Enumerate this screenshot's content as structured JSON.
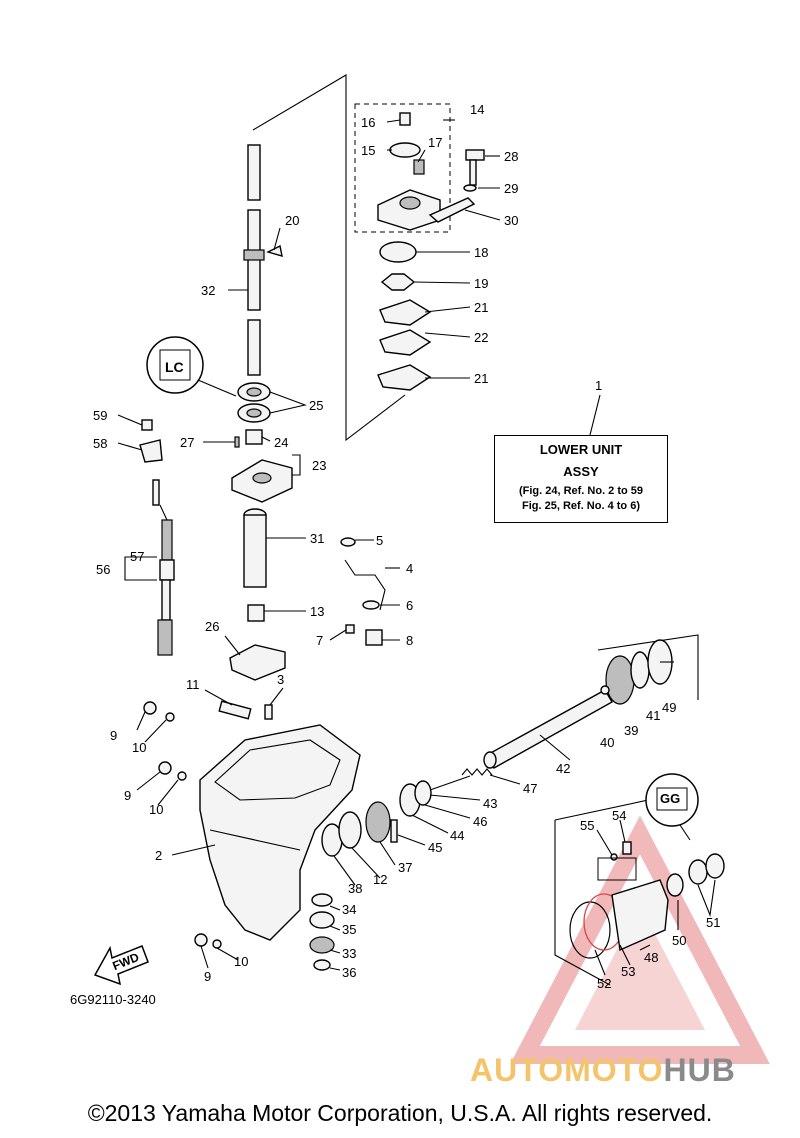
{
  "ref_box": {
    "line1": "LOWER UNIT",
    "line2": "ASSY",
    "line3": "(Fig. 24, Ref. No. 2 to 59",
    "line4": "Fig. 25, Ref. No. 4 to 6)"
  },
  "callouts": [
    {
      "id": "14",
      "text": "14"
    },
    {
      "id": "16",
      "text": "16"
    },
    {
      "id": "17",
      "text": "17"
    },
    {
      "id": "15",
      "text": "15"
    },
    {
      "id": "28",
      "text": "28"
    },
    {
      "id": "29",
      "text": "29"
    },
    {
      "id": "30",
      "text": "30"
    },
    {
      "id": "20",
      "text": "20"
    },
    {
      "id": "18",
      "text": "18"
    },
    {
      "id": "19",
      "text": "19"
    },
    {
      "id": "32",
      "text": "32"
    },
    {
      "id": "21a",
      "text": "21"
    },
    {
      "id": "22",
      "text": "22"
    },
    {
      "id": "21b",
      "text": "21"
    },
    {
      "id": "25",
      "text": "25"
    },
    {
      "id": "1",
      "text": "1"
    },
    {
      "id": "59",
      "text": "59"
    },
    {
      "id": "27",
      "text": "27"
    },
    {
      "id": "24",
      "text": "24"
    },
    {
      "id": "58",
      "text": "58"
    },
    {
      "id": "23",
      "text": "23"
    },
    {
      "id": "31",
      "text": "31"
    },
    {
      "id": "5",
      "text": "5"
    },
    {
      "id": "57",
      "text": "57"
    },
    {
      "id": "56",
      "text": "56"
    },
    {
      "id": "4",
      "text": "4"
    },
    {
      "id": "6",
      "text": "6"
    },
    {
      "id": "13",
      "text": "13"
    },
    {
      "id": "7",
      "text": "7"
    },
    {
      "id": "8",
      "text": "8"
    },
    {
      "id": "26",
      "text": "26"
    },
    {
      "id": "11",
      "text": "11"
    },
    {
      "id": "3",
      "text": "3"
    },
    {
      "id": "49",
      "text": "49"
    },
    {
      "id": "41",
      "text": "41"
    },
    {
      "id": "39",
      "text": "39"
    },
    {
      "id": "40",
      "text": "40"
    },
    {
      "id": "9a",
      "text": "9"
    },
    {
      "id": "10a",
      "text": "10"
    },
    {
      "id": "42",
      "text": "42"
    },
    {
      "id": "47",
      "text": "47"
    },
    {
      "id": "9b",
      "text": "9"
    },
    {
      "id": "10b",
      "text": "10"
    },
    {
      "id": "43",
      "text": "43"
    },
    {
      "id": "46",
      "text": "46"
    },
    {
      "id": "44",
      "text": "44"
    },
    {
      "id": "54",
      "text": "54"
    },
    {
      "id": "55",
      "text": "55"
    },
    {
      "id": "45",
      "text": "45"
    },
    {
      "id": "2",
      "text": "2"
    },
    {
      "id": "37",
      "text": "37"
    },
    {
      "id": "12",
      "text": "12"
    },
    {
      "id": "38",
      "text": "38"
    },
    {
      "id": "34",
      "text": "34"
    },
    {
      "id": "51",
      "text": "51"
    },
    {
      "id": "50",
      "text": "50"
    },
    {
      "id": "35",
      "text": "35"
    },
    {
      "id": "33",
      "text": "33"
    },
    {
      "id": "48",
      "text": "48"
    },
    {
      "id": "53",
      "text": "53"
    },
    {
      "id": "36",
      "text": "36"
    },
    {
      "id": "9c",
      "text": "9"
    },
    {
      "id": "10c",
      "text": "10"
    },
    {
      "id": "52",
      "text": "52"
    }
  ],
  "fwd_label": "FWD",
  "grease_label": "GG",
  "diagram_code": "6G92110-3240",
  "watermark": {
    "part1": "AUTOMOTO",
    "part2": "HUB"
  },
  "copyright": "©2013 Yamaha Motor Corporation, U.S.A. All rights reserved."
}
